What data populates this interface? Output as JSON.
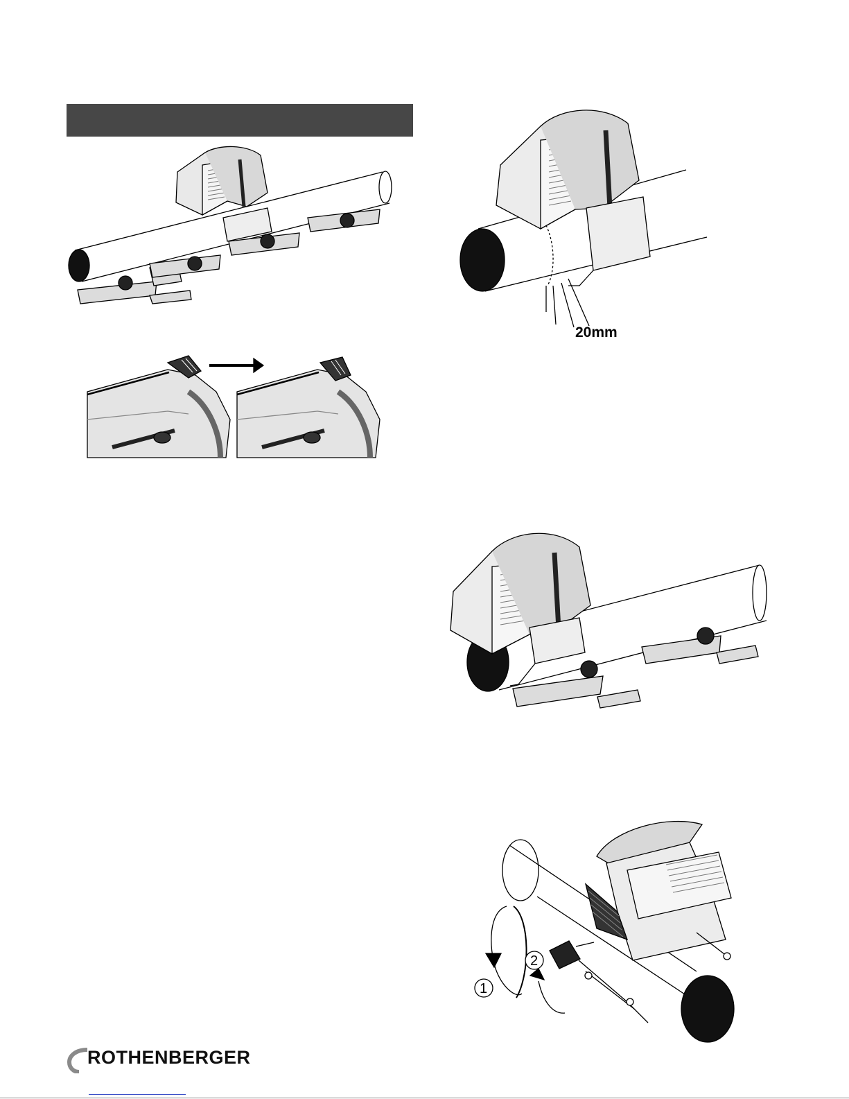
{
  "page": {
    "section_header_text": "",
    "figures": [
      {
        "id": "fig-pipe-on-rollers",
        "icon": "pipe-saw-on-four-roller-stands-illustration"
      },
      {
        "id": "fig-switch-detail",
        "icon": "switch-before-after-illustration"
      },
      {
        "id": "fig-cut-distance",
        "icon": "saw-mounted-cut-distance-illustration",
        "dimension_label": "20mm"
      },
      {
        "id": "fig-pipe-on-two-rollers",
        "icon": "saw-on-two-roller-stands-illustration"
      },
      {
        "id": "fig-clamp-release",
        "icon": "clamp-knob-rotation-illustration",
        "step_labels": [
          "1",
          "2"
        ]
      }
    ],
    "brand": {
      "name": "ROTHENBERGER",
      "icon": "rothenberger-logo-arc-icon"
    },
    "colors": {
      "header_bar": "#474747",
      "ink": "#000000",
      "link": "#3b50c8"
    }
  }
}
